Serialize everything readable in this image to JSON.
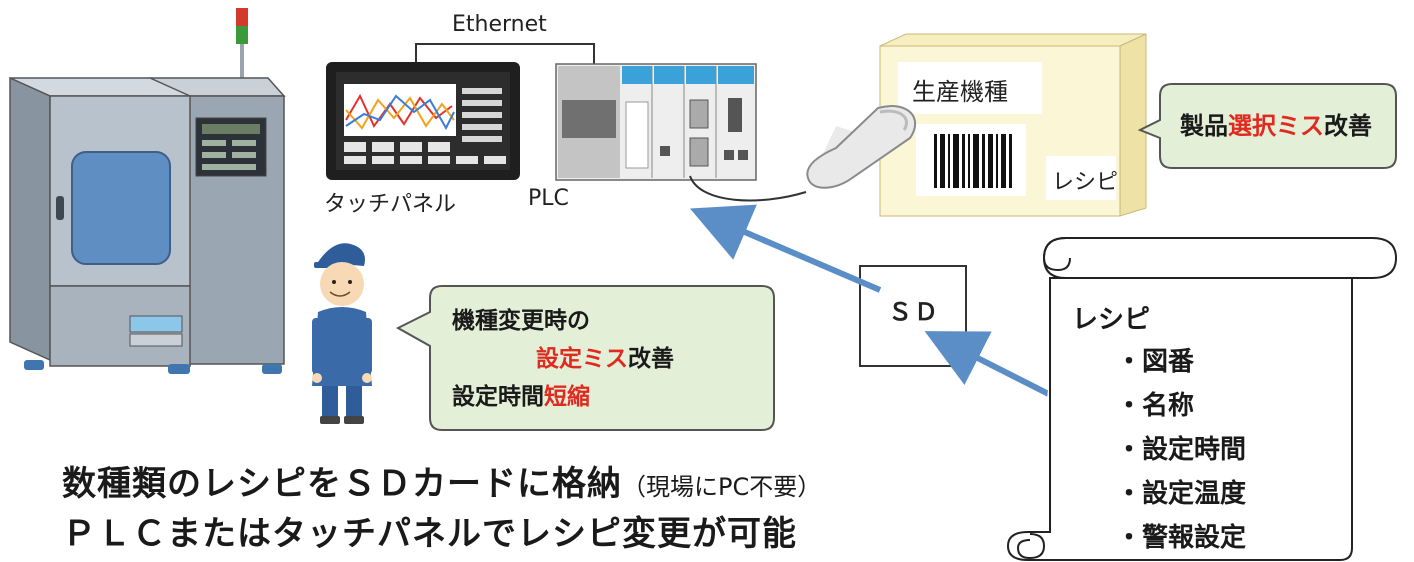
{
  "labels": {
    "ethernet": "Ethernet",
    "touch_panel": "タッチパネル",
    "plc": "PLC",
    "sd": "ＳＤ",
    "model": "生産機種",
    "recipe_tag": "レシピ"
  },
  "bubble_product": {
    "pre": "製品",
    "highlight": "選択ミス",
    "post": "改善"
  },
  "bubble_worker": {
    "line1": "機種変更時の",
    "line2_highlight": "設定ミス",
    "line2_post": "改善",
    "line3_pre": "設定時間",
    "line3_highlight": "短縮"
  },
  "recipe_scroll": {
    "title": "レシピ",
    "items": [
      "・図番",
      "・名称",
      "・設定時間",
      "・設定温度",
      "・警報設定"
    ]
  },
  "headline": {
    "line1_main": "数種類のレシピをＳＤカードに格納",
    "line1_note": "（現場にPC不要）",
    "line2": "ＰＬＣまたはタッチパネルでレシピ変更が可能"
  },
  "colors": {
    "highlight": "#e02a20",
    "bubble_fill": "#e4efd8",
    "arrow": "#5b8ec6",
    "note_fill": "#fbf6d6"
  }
}
